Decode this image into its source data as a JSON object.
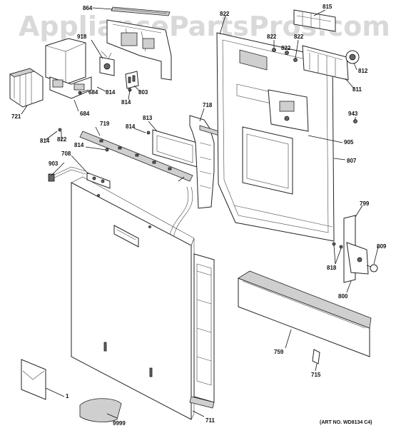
{
  "watermark": "AppliancePartsPros.com",
  "art_number": "(ART NO. WD8134 C4)",
  "callouts": [
    {
      "id": "864",
      "text": "864"
    },
    {
      "id": "822a",
      "text": "822"
    },
    {
      "id": "815",
      "text": "815"
    },
    {
      "id": "918",
      "text": "918"
    },
    {
      "id": "822b",
      "text": "822"
    },
    {
      "id": "822c",
      "text": "822"
    },
    {
      "id": "822d",
      "text": "822"
    },
    {
      "id": "812",
      "text": "812"
    },
    {
      "id": "684a",
      "text": "684"
    },
    {
      "id": "814a",
      "text": "814"
    },
    {
      "id": "803",
      "text": "803"
    },
    {
      "id": "814b",
      "text": "814"
    },
    {
      "id": "811",
      "text": "811"
    },
    {
      "id": "721",
      "text": "721"
    },
    {
      "id": "684b",
      "text": "684"
    },
    {
      "id": "718",
      "text": "718"
    },
    {
      "id": "813",
      "text": "813"
    },
    {
      "id": "943",
      "text": "943"
    },
    {
      "id": "814c",
      "text": "814"
    },
    {
      "id": "822e",
      "text": "822"
    },
    {
      "id": "719",
      "text": "719"
    },
    {
      "id": "814d",
      "text": "814"
    },
    {
      "id": "905",
      "text": "905"
    },
    {
      "id": "814e",
      "text": "814"
    },
    {
      "id": "708",
      "text": "708"
    },
    {
      "id": "807",
      "text": "807"
    },
    {
      "id": "903",
      "text": "903"
    },
    {
      "id": "799",
      "text": "799"
    },
    {
      "id": "809",
      "text": "809"
    },
    {
      "id": "818",
      "text": "818"
    },
    {
      "id": "800",
      "text": "800"
    },
    {
      "id": "759",
      "text": "759"
    },
    {
      "id": "715",
      "text": "715"
    },
    {
      "id": "1",
      "text": "1"
    },
    {
      "id": "9999",
      "text": "9999"
    },
    {
      "id": "711",
      "text": "711"
    }
  ]
}
